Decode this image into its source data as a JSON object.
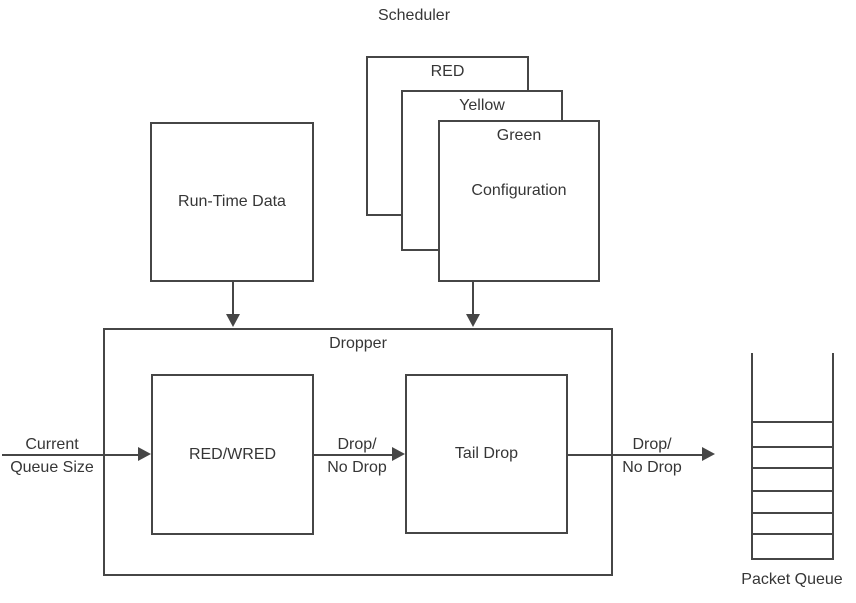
{
  "diagram": {
    "scheduler_label": "Scheduler",
    "stack": {
      "red": "RED",
      "yellow": "Yellow",
      "green": "Green",
      "configuration": "Configuration"
    },
    "runtime_box_label": "Run-Time Data",
    "dropper": {
      "title": "Dropper",
      "red_wred": "RED/WRED",
      "tail_drop": "Tail Drop"
    },
    "flow_labels": {
      "input_line1": "Current",
      "input_line2": "Queue Size",
      "mid_line1": "Drop/",
      "mid_line2": "No Drop",
      "out_line1": "Drop/",
      "out_line2": "No Drop"
    },
    "packet_queue": {
      "label": "Packet Queue",
      "cells": 6
    },
    "colors": {
      "stroke": "#464646",
      "text": "#363636",
      "background": "#ffffff"
    }
  }
}
